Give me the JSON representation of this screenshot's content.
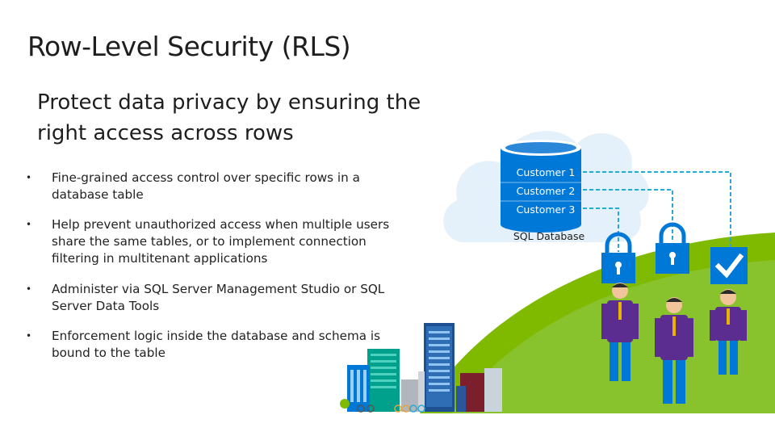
{
  "slide": {
    "title": "Row-Level Security (RLS)",
    "subtitle": "Protect data privacy by ensuring the right access across rows",
    "bullets": [
      "Fine-grained access control over specific rows in a database table",
      "Help prevent unauthorized access when multiple users share the same tables, or to implement connection filtering in multitenant applications",
      "Administer via SQL Server Management Studio or SQL Server Data Tools",
      "Enforcement logic inside the database and schema is bound to the table"
    ],
    "bullet_marker": "•"
  },
  "database": {
    "rows": [
      "Customer 1",
      "Customer 2",
      "Customer 3"
    ],
    "label": "SQL Database"
  },
  "colors": {
    "cloud": "#e4f0fa",
    "db_blue": "#0078d7",
    "hill": "#7fba00",
    "hill_light": "#a8d13a",
    "suit": "#5c2d91",
    "pants": "#0078d7",
    "skin": "#f2c49b"
  },
  "icons": [
    "lock-icon",
    "lock-icon",
    "checkmark-icon",
    "bicycle-icon"
  ]
}
